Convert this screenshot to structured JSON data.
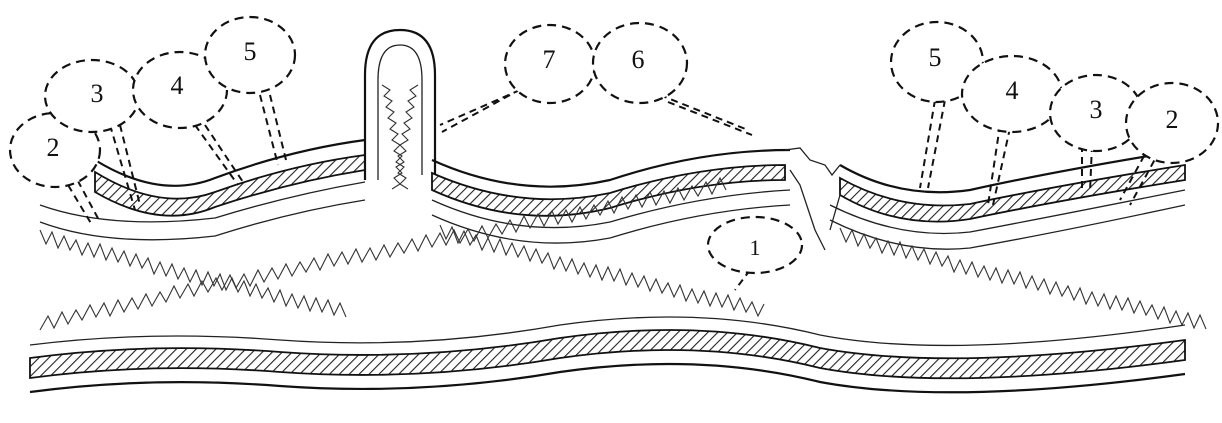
{
  "diagram": {
    "callouts": [
      {
        "id": "c2-left",
        "label": "2"
      },
      {
        "id": "c3-left",
        "label": "3"
      },
      {
        "id": "c4-left",
        "label": "4"
      },
      {
        "id": "c5-left",
        "label": "5"
      },
      {
        "id": "c7",
        "label": "7"
      },
      {
        "id": "c6",
        "label": "6"
      },
      {
        "id": "c5-right",
        "label": "5"
      },
      {
        "id": "c4-right",
        "label": "4"
      },
      {
        "id": "c3-right",
        "label": "3"
      },
      {
        "id": "c2-right",
        "label": "2"
      },
      {
        "id": "c1",
        "label": "1"
      }
    ]
  }
}
